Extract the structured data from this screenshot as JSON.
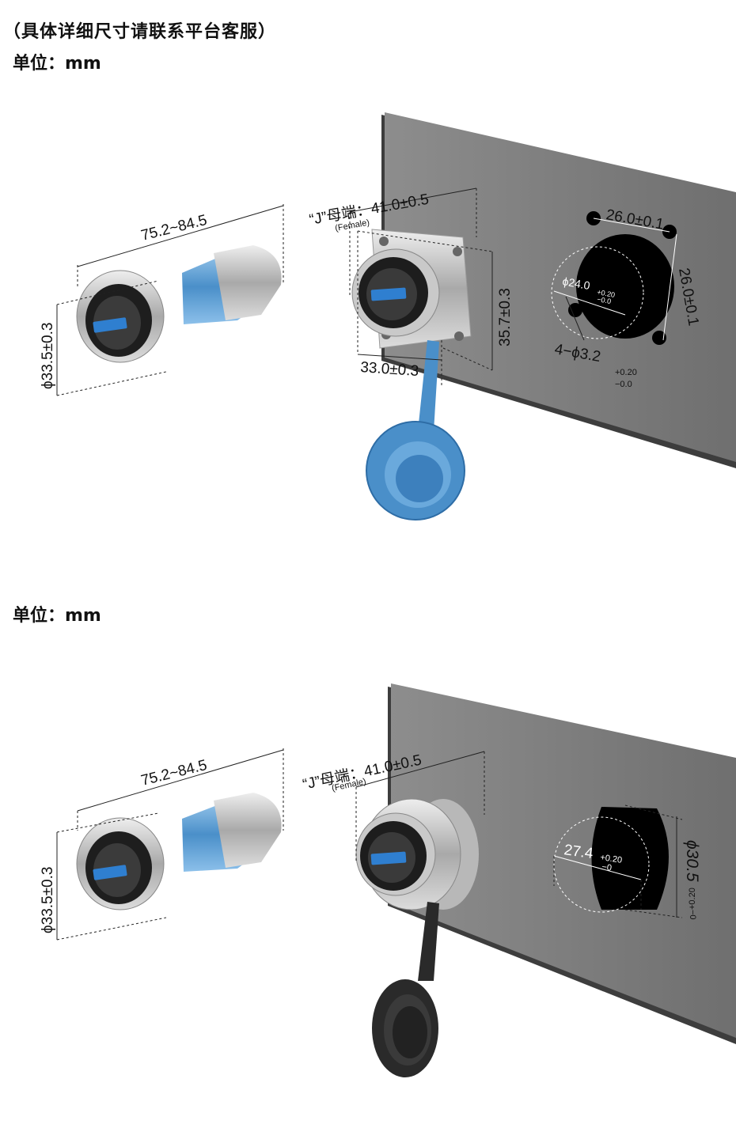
{
  "header": {
    "note": "（具体详细尺寸请联系平台客服）",
    "unit_label": "单位：mm"
  },
  "figure1": {
    "plug_length": "75.2~84.5",
    "plug_diameter": "ϕ33.5±0.3",
    "socket_label": "“J”母端：41.0±0.5",
    "socket_sub": "(Female)",
    "flange_height": "35.7±0.3",
    "flange_width": "33.0±0.3",
    "hole_spacing_h": "26.0±0.1",
    "hole_spacing_v": "26.0±0.1",
    "cutout_diameter": "ϕ24.0",
    "cutout_tol_plus": "+0.20",
    "cutout_tol_minus": "−0.0",
    "mount_holes": "4−ϕ3.2",
    "mount_tol_plus": "+0.20",
    "mount_tol_minus": "−0.0",
    "cap_color": "#4a8fc9"
  },
  "unit_label_2": "单位：mm",
  "figure2": {
    "plug_length": "75.2~84.5",
    "plug_diameter": "ϕ33.5±0.3",
    "socket_label": "“J”母端：41.0±0.5",
    "socket_sub": "(Female)",
    "flat_width": "27.4",
    "flat_tol_plus": "+0.20",
    "flat_tol_minus": "−0",
    "cutout_diameter": "ϕ30.5",
    "cutout_tol_plus": "+0.20",
    "cutout_tol_minus": "−0",
    "cap_color": "#2a2a2a"
  }
}
